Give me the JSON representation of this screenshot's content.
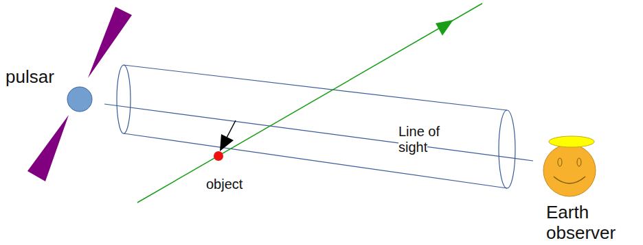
{
  "diagram": {
    "labels": [
      "pulsar",
      "Line of sight",
      "object",
      "Earth observer"
    ]
  }
}
